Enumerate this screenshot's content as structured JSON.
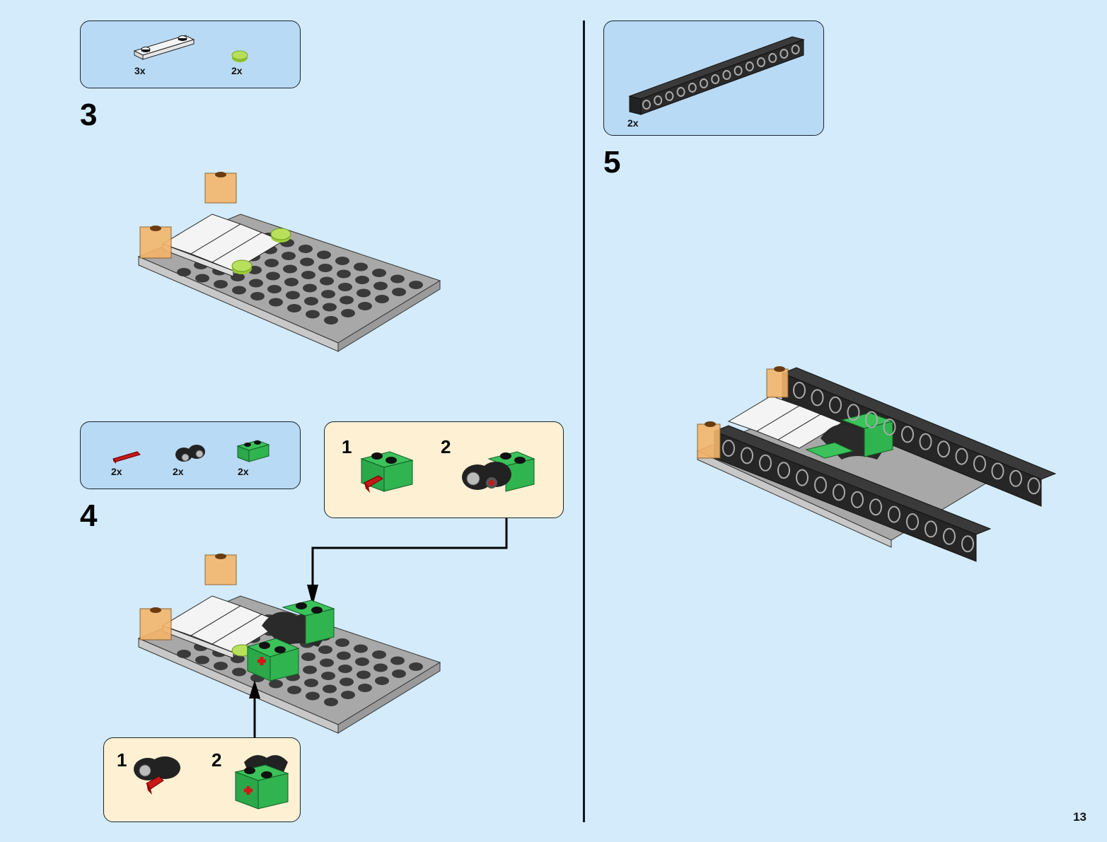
{
  "page": {
    "page_number": "13",
    "background_color": "#d3ebfb",
    "parts_box_color": "#b9daf4",
    "subassembly_box_color": "#fdf0d3"
  },
  "steps": [
    {
      "number": "3",
      "parts": [
        {
          "name": "white plate 1x4 with 2 studs",
          "icon": "white-tile-plate-icon",
          "qty": "3x"
        },
        {
          "name": "lime round plate 1x1",
          "icon": "lime-round-plate-icon",
          "qty": "2x"
        }
      ]
    },
    {
      "number": "4",
      "parts": [
        {
          "name": "red axle pin",
          "icon": "red-axle-pin-icon",
          "qty": "2x"
        },
        {
          "name": "black double connector",
          "icon": "black-connector-icon",
          "qty": "2x"
        },
        {
          "name": "green technic brick 1x2 with hole",
          "icon": "green-technic-brick-icon",
          "qty": "2x"
        }
      ],
      "subassembly_top": {
        "substeps": [
          {
            "number": "1",
            "icon": "green-brick-with-red-pin-icon"
          },
          {
            "number": "2",
            "icon": "green-brick-with-black-connector-icon"
          }
        ]
      },
      "subassembly_bottom": {
        "substeps": [
          {
            "number": "1",
            "icon": "black-connector-with-red-pin-icon"
          },
          {
            "number": "2",
            "icon": "green-brick-with-red-cross-icon"
          }
        ]
      }
    },
    {
      "number": "5",
      "parts": [
        {
          "name": "black technic brick 1x14 with holes",
          "icon": "black-technic-beam-icon",
          "qty": "2x"
        }
      ]
    }
  ]
}
